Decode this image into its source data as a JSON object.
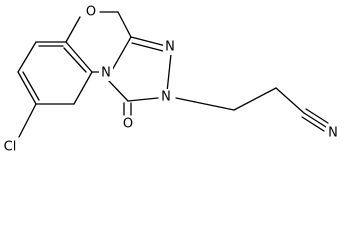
{
  "structure": {
    "atoms": {
      "oxygen_ring": "O",
      "chlorine": "Cl",
      "nitrogen_bridge": "N",
      "nitrogen_upper": "N",
      "nitrogen_substituted": "N",
      "oxygen_carbonyl": "O",
      "nitrogen_nitrile": "N"
    }
  },
  "colors": {
    "bond": "#000000",
    "label": "#000000",
    "background": "#ffffff"
  }
}
